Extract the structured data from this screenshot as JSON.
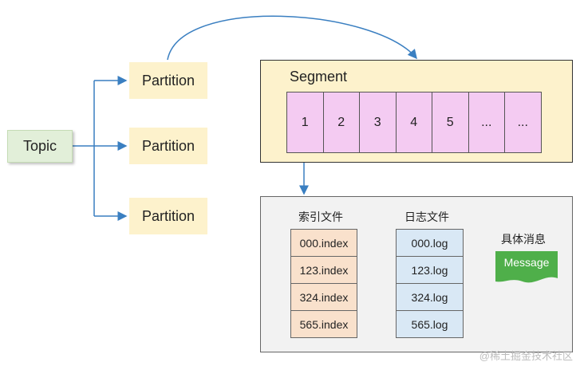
{
  "topic": {
    "label": "Topic"
  },
  "partitions": [
    "Partition",
    "Partition",
    "Partition"
  ],
  "segment": {
    "title": "Segment",
    "cells": [
      "1",
      "2",
      "3",
      "4",
      "5",
      "...",
      "..."
    ]
  },
  "index_section": {
    "index_header": "索引文件",
    "log_header": "日志文件",
    "index_files": [
      "000.index",
      "123.index",
      "324.index",
      "565.index"
    ],
    "log_files": [
      "000.log",
      "123.log",
      "324.log",
      "565.log"
    ],
    "message_header": "具体消息",
    "message_label": "Message"
  },
  "colors": {
    "arrow_blue": "#3a7fc1",
    "topic_fill": "#e2efd9",
    "partition_fill": "#fdf2cc",
    "segment_cell_fill": "#f4cbf2",
    "index_fill": "#f9e1cc",
    "log_fill": "#d9e8f5",
    "message_fill": "#4faf4a"
  },
  "watermark": "@稀土掘金技术社区"
}
